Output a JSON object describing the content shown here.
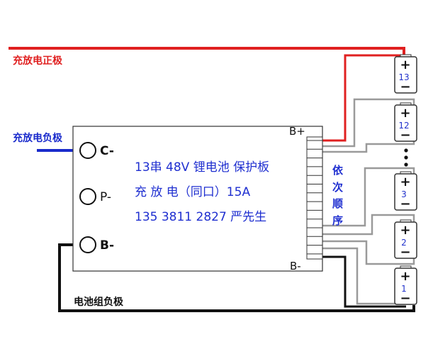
{
  "labels": {
    "charge_positive": "充放电正极",
    "charge_negative": "充放电负极",
    "pack_negative": "电池组负极"
  },
  "board": {
    "terminals": {
      "c_minus": "C-",
      "p_minus": "P-",
      "b_minus": "B-"
    },
    "connector": {
      "b_plus": "B+",
      "b_minus": "B-"
    },
    "description": [
      "13串 48V 锂电池 保护板",
      "充 放 电（同口）15A",
      "135 3811 2827 严先生"
    ],
    "sequence_note": [
      "依",
      "次",
      "顺",
      "序"
    ]
  },
  "cells": [
    {
      "number": "13"
    },
    {
      "number": "12"
    },
    {
      "number": "3"
    },
    {
      "number": "2"
    },
    {
      "number": "1"
    }
  ],
  "cell_signs": {
    "plus": "+",
    "minus": "−"
  },
  "colors": {
    "positive_wire": "#e02020",
    "negative_wire": "#1a2bcc",
    "pack_wire": "#111111",
    "balance_wire": "#9a9a9a",
    "text_blue": "#1f2fd0"
  }
}
